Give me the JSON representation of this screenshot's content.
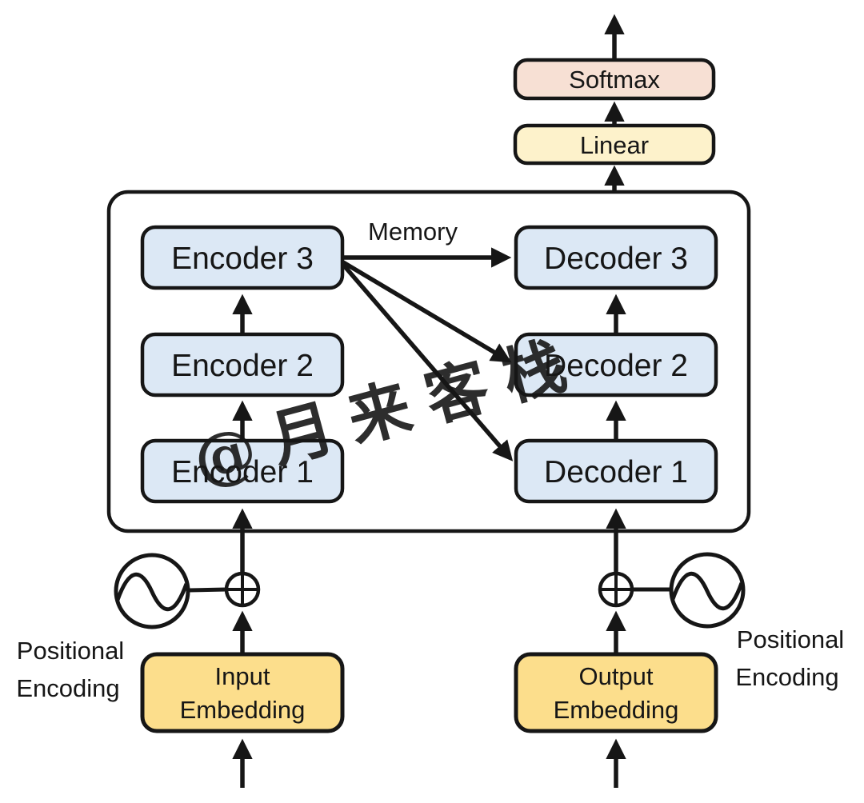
{
  "diagram": {
    "type": "transformer-architecture",
    "blocks": {
      "softmax": "Softmax",
      "linear": "Linear",
      "encoder3": "Encoder 3",
      "encoder2": "Encoder 2",
      "encoder1": "Encoder 1",
      "decoder3": "Decoder 3",
      "decoder2": "Decoder 2",
      "decoder1": "Decoder 1",
      "input_embedding_line1": "Input",
      "input_embedding_line2": "Embedding",
      "output_embedding_line1": "Output",
      "output_embedding_line2": "Embedding"
    },
    "labels": {
      "memory": "Memory",
      "positional_left_line1": "Positional",
      "positional_left_line2": "Encoding",
      "positional_right_line1": "Positional",
      "positional_right_line2": "Encoding"
    },
    "watermark": "@月来客栈",
    "icons": {
      "sine_wave_left": "sine-wave-icon",
      "sine_wave_right": "sine-wave-icon",
      "plus_circle_left": "plus-circle-icon",
      "plus_circle_right": "plus-circle-icon",
      "arrows": "arrow-up-icon"
    },
    "colors": {
      "softmax_fill": "#F7E0D4",
      "linear_fill": "#FDF2CB",
      "encoder_decoder_fill": "#DCE8F5",
      "embedding_fill": "#FCDE8C",
      "stroke": "#161616",
      "watermark": "#E7E7E7",
      "background": "#FFFFFF"
    },
    "connections": [
      "input-embedding -> plus-left -> encoder1 -> encoder2 -> encoder3",
      "encoder3 -> decoder3 (memory)",
      "encoder3 -> decoder2 (memory)",
      "encoder3 -> decoder1 (memory)",
      "output-embedding -> plus-right -> decoder1 -> decoder2 -> decoder3 -> linear -> softmax -> output",
      "positional-encoding-left -> plus-left",
      "positional-encoding-right -> plus-right"
    ]
  }
}
